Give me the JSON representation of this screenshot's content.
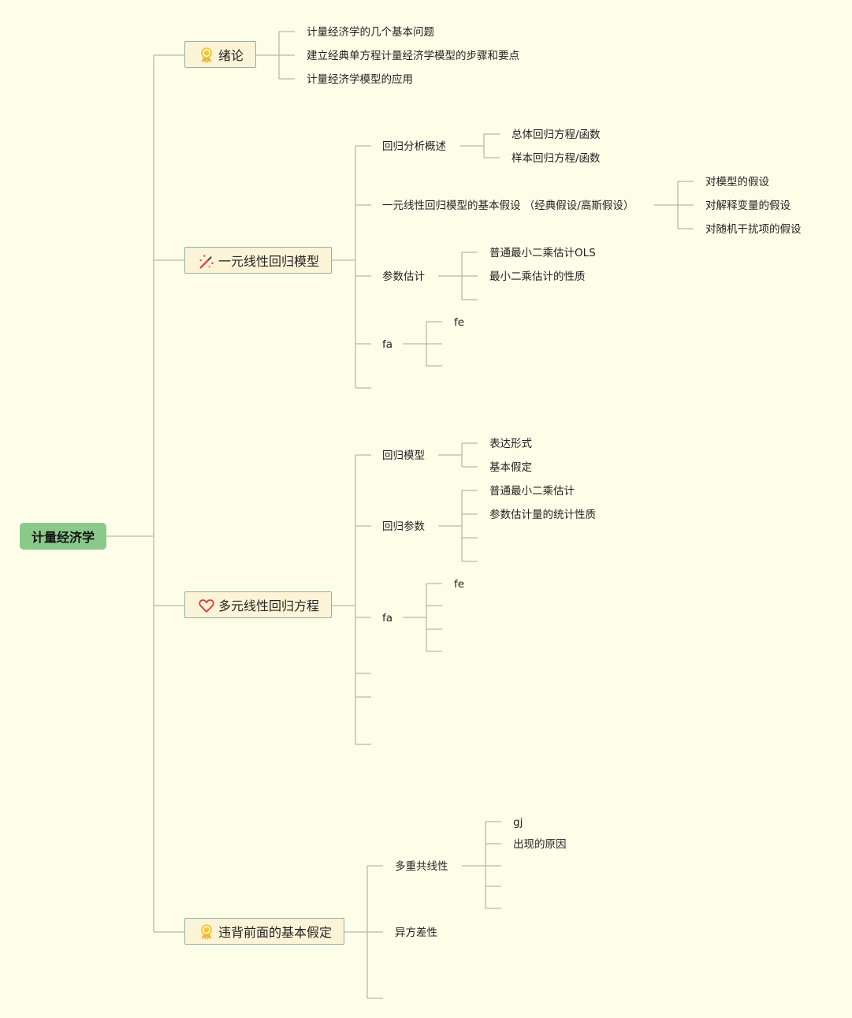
{
  "palette": {
    "background": "#fefee8",
    "root_fill": "#8bc98a",
    "branch_fill": "#fdf4d8",
    "branch_border": "#8fb0a0",
    "line": "#b9b9a9"
  },
  "root": {
    "label": "计量经济学"
  },
  "branches": [
    {
      "label": "绪论",
      "icon": "award-ribbon-icon",
      "children": [
        "计量经济学的几个基本问题",
        "建立经典单方程计量经济学模型的步骤和要点",
        "计量经济学模型的应用"
      ]
    },
    {
      "label": "一元线性回归模型",
      "icon": "magic-wand-icon",
      "children": [
        {
          "label": "回归分析概述",
          "children": [
            "总体回归方程/函数",
            "样本回归方程/函数"
          ]
        },
        {
          "label": "一元线性回归模型的基本假设 （经典假设/高斯假设）",
          "children": [
            "对模型的假设",
            "对解释变量的假设",
            "对随机干扰项的假设"
          ]
        },
        {
          "label": "参数估计",
          "children": [
            "普通最小二乘估计OLS",
            "最小二乘估计的性质",
            ""
          ]
        },
        {
          "label": "fa",
          "children": [
            "fe",
            "",
            ""
          ]
        },
        {
          "label": "",
          "children": []
        }
      ]
    },
    {
      "label": "多元线性回归方程",
      "icon": "heart-icon",
      "children": [
        {
          "label": "回归模型",
          "children": [
            "表达形式",
            "基本假定"
          ]
        },
        {
          "label": "回归参数",
          "children": [
            "普通最小二乘估计",
            "参数估计量的统计性质",
            "",
            ""
          ]
        },
        {
          "label": "fa",
          "children": [
            "fe",
            "",
            "",
            ""
          ]
        },
        {
          "label": "",
          "children": []
        },
        {
          "label": "",
          "children": []
        },
        {
          "label": "",
          "children": []
        }
      ]
    },
    {
      "label": "违背前面的基本假定",
      "icon": "award-ribbon-icon",
      "children": [
        {
          "label": "多重共线性",
          "children": [
            "gj",
            "出现的原因",
            "",
            "",
            ""
          ]
        },
        {
          "label": "异方差性",
          "children": []
        },
        {
          "label": "",
          "children": []
        }
      ]
    }
  ]
}
